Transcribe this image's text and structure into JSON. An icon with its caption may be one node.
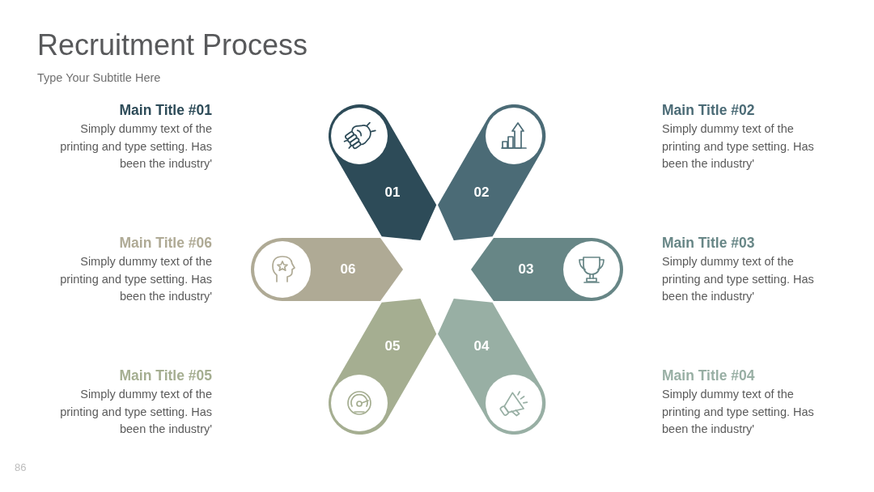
{
  "diagram": {
    "title": "Recruitment Process",
    "nodes": [
      {
        "text": [
          "01"
        ],
        "beside": [
          "Main Title #01",
          "Simply dummy text of the printing and type setting. Has been the industry'"
        ]
      },
      {
        "text": [
          "02"
        ],
        "beside": [
          "Main Title #02",
          "Simply dummy text of the printing and type setting. Has been the industry'"
        ]
      },
      {
        "text": [
          "03"
        ],
        "beside": [
          "Main Title #03",
          "Simply dummy text of the printing and type setting. Has been the industry'"
        ]
      },
      {
        "text": [
          "04"
        ],
        "beside": [
          "Main Title #04",
          "Simply dummy text of the printing and type setting. Has been the industry'"
        ]
      },
      {
        "text": [
          "05"
        ],
        "beside": [
          "Main Title #05",
          "Simply dummy text of the printing and type setting. Has been the industry'"
        ]
      },
      {
        "text": [
          "06"
        ],
        "beside": [
          "Main Title #06",
          "Simply dummy text of the printing and type setting. Has been the industry'"
        ]
      }
    ],
    "labels": [
      "Type Your Subtitle Here",
      "86"
    ]
  }
}
